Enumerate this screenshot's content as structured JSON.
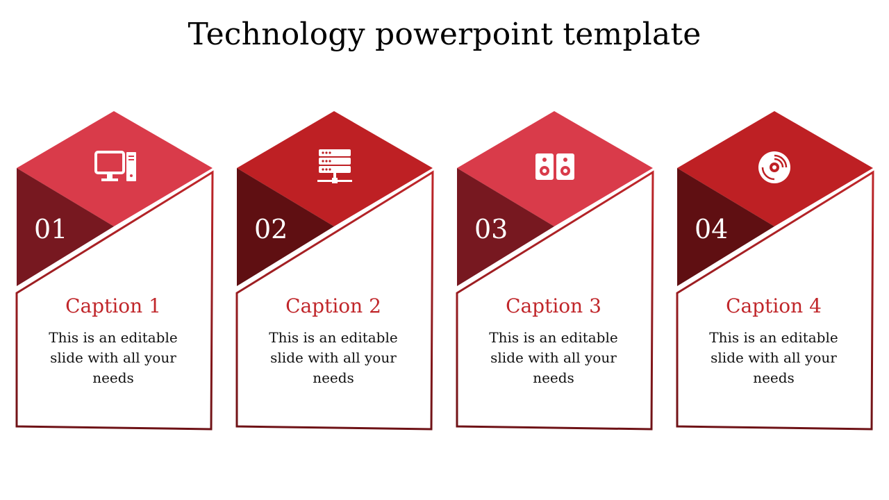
{
  "slide": {
    "title": "Technology powerpoint template"
  },
  "colors": {
    "light_red": "#d93b4a",
    "red": "#be2024",
    "dark_red_a": "#771820",
    "dark_red_b": "#5f0f12",
    "frame_top": "#c0262a",
    "frame_bottom": "#6e1216"
  },
  "cards": [
    {
      "number": "01",
      "caption": "Caption 1",
      "description": "This is an editable slide with all your needs",
      "icon": "computer-icon"
    },
    {
      "number": "02",
      "caption": "Caption 2",
      "description": "This is an editable slide with all your needs",
      "icon": "server-icon"
    },
    {
      "number": "03",
      "caption": "Caption 3",
      "description": "This is an editable slide with all your needs",
      "icon": "speaker-icon"
    },
    {
      "number": "04",
      "caption": "Caption 4",
      "description": "This is an editable slide with all your needs",
      "icon": "disc-icon"
    }
  ]
}
